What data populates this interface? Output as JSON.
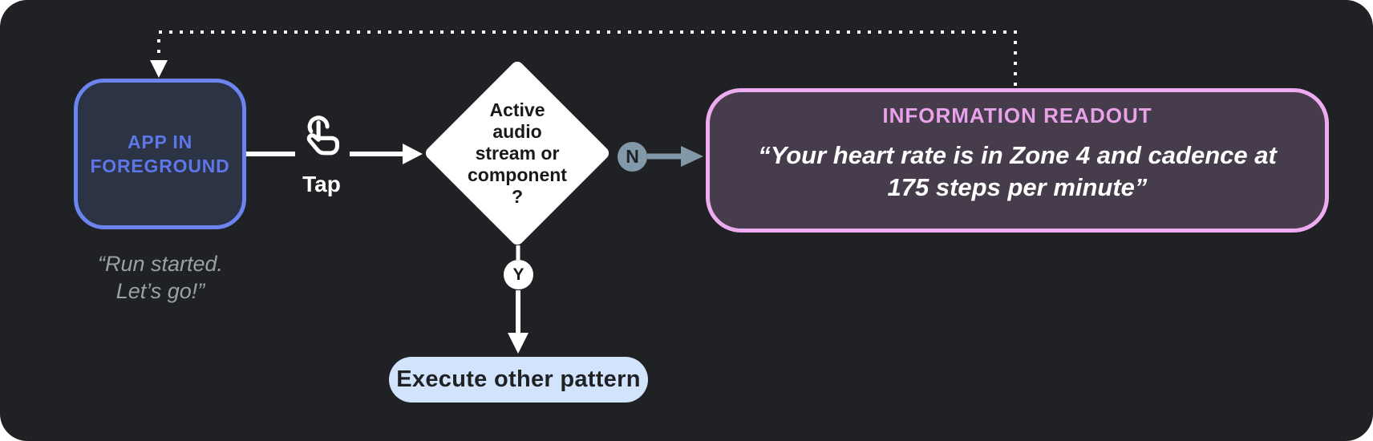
{
  "diagram": {
    "app_node": {
      "lines": [
        "APP IN",
        "FOREGROUND"
      ]
    },
    "app_quote": {
      "lines": [
        "“Run started.",
        "Let’s go!”"
      ]
    },
    "tap": {
      "label": "Tap",
      "icon": "tap-gesture-icon"
    },
    "decision": {
      "lines": [
        "Active",
        "audio",
        "stream or",
        "component",
        "?"
      ]
    },
    "branches": {
      "no_badge": "N",
      "yes_badge": "Y"
    },
    "readout": {
      "title": "INFORMATION READOUT",
      "quote_lines": [
        "“Your heart rate is in Zone 4 and cadence at",
        "175 steps per minute”"
      ]
    },
    "execute": {
      "label": "Execute other pattern"
    },
    "colors": {
      "canvas_bg": "#202124",
      "app_border": "#6b84ef",
      "app_fill": "#2b3345",
      "app_text": "#5d76e8",
      "quote_text": "#9aa0a6",
      "decision_fill": "#ffffff",
      "no_badge_fill": "#8299aa",
      "readout_border": "#efabf0",
      "readout_fill": "#473c4b",
      "readout_title": "#e8a2ea",
      "execute_fill": "#d2e3fc",
      "connector_white": "#ffffff",
      "connector_slate": "#8299aa"
    }
  }
}
